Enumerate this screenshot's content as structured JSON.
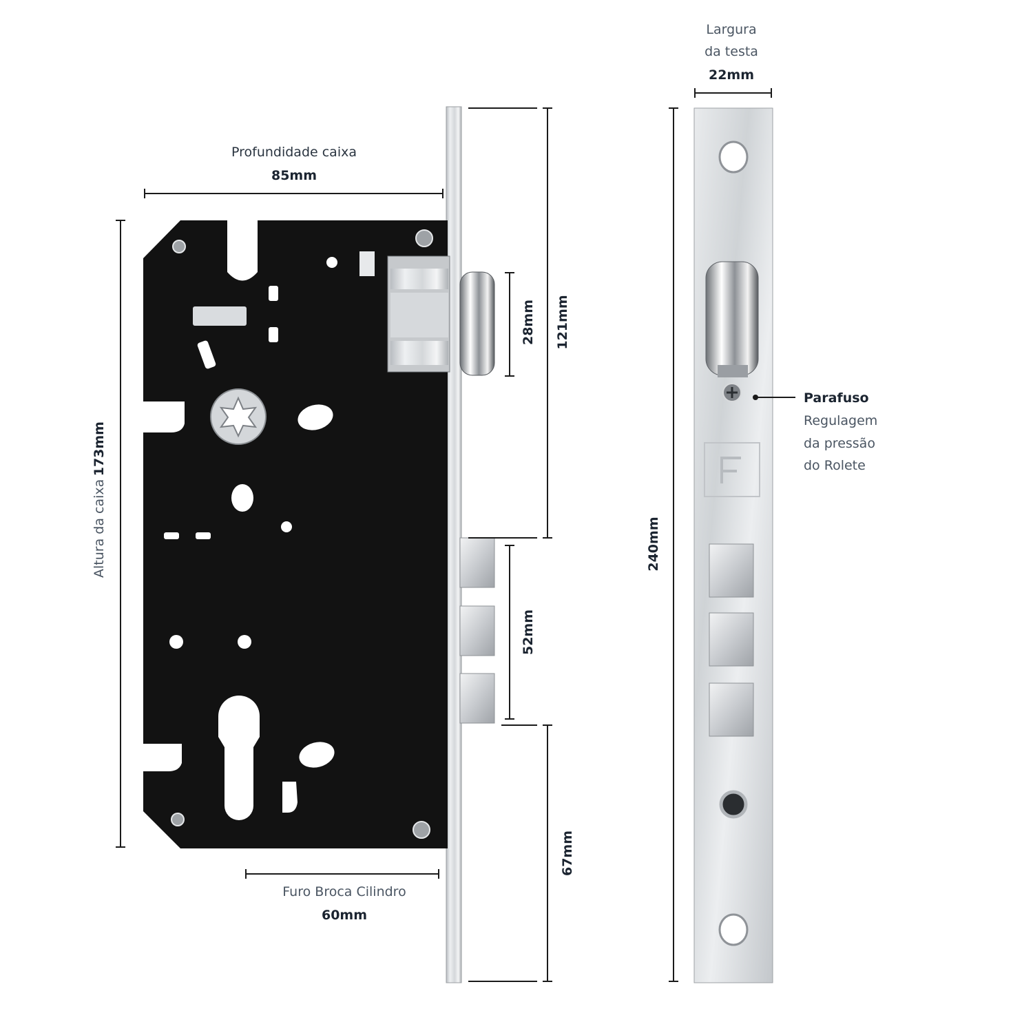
{
  "dimensions": {
    "box_depth": {
      "label": "Profundidade caixa",
      "value": "85mm"
    },
    "box_height": {
      "label": "Altura da caixa",
      "value": "173mm"
    },
    "cylinder_drill_hole": {
      "label": "Furo Broca Cilindro",
      "value": "60mm"
    },
    "latch_height": {
      "value": "28mm"
    },
    "top_to_bolts": {
      "value": "121mm"
    },
    "bolts_span": {
      "value": "52mm"
    },
    "bottom_section": {
      "value": "67mm"
    },
    "faceplate_width": {
      "label_line1": "Largura",
      "label_line2": "da testa",
      "value": "22mm"
    },
    "faceplate_height": {
      "value": "240mm"
    }
  },
  "screw_callout": {
    "title": "Parafuso",
    "line1": "Regulagem",
    "line2": "da pressão",
    "line3": "do Rolete"
  },
  "colors": {
    "lock_body": "#111111",
    "faceplate_steel": "#d9dcdf",
    "dimension_line": "#1a1a1a",
    "text_dark": "#1b2430",
    "text_light": "#4a5562"
  }
}
